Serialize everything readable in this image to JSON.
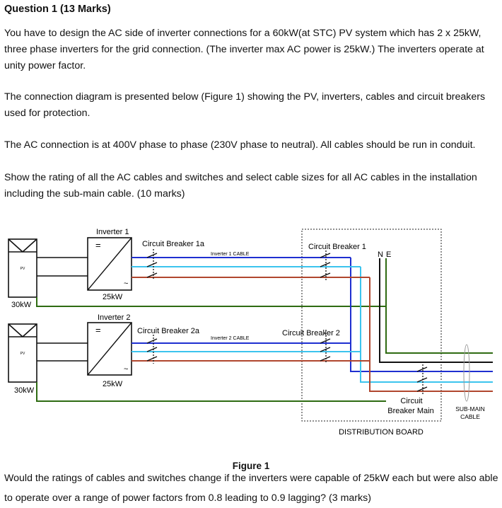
{
  "question": {
    "title": "Question 1 (13 Marks)",
    "para1": "You have to design the AC side of inverter connections for a 60kW(at STC) PV system which has 2 x 25kW, three phase inverters for the grid connection. (The inverter max AC power is 25kW.) The inverters operate at unity power factor.",
    "para2": "The connection diagram is presented below (Figure 1) showing the PV, inverters, cables and circuit breakers used for protection.",
    "para3": "The AC connection is at 400V phase to phase (230V phase to neutral). All cables should be run in conduit.",
    "para4": "Show the rating of all the AC cables and switches and select cable sizes for all AC cables in the installation including the sub-main cable. (10 marks)",
    "figure_caption": "Figure 1",
    "para5": "Would the ratings of cables and switches change if the inverters were capable of 25kW each but were also able to operate over a range of power factors from 0.8 leading to 0.9 lagging? (3 marks)"
  },
  "diagram": {
    "pv1_label": "PV",
    "pv1_rating": "30kW",
    "pv2_label": "PV",
    "pv2_rating": "30kW",
    "inverter1_label": "Inverter 1",
    "inverter1_rating": "25kW",
    "inverter2_label": "Inverter 2",
    "inverter2_rating": "25kW",
    "dc_symbol": "=",
    "ac_symbol": "~",
    "cb1a_label": "Circuit Breaker 1a",
    "cb2a_label": "Circuit Breaker 2a",
    "inv1_cable_label": "Inverter 1 CABLE",
    "inv2_cable_label": "Inverter 2 CABLE",
    "cb1_label": "Circuit Breaker 1",
    "cb2_label": "Circuit Breaker 2",
    "neutral_label": "N",
    "earth_label": "E",
    "cb_main_line1": "Circuit",
    "cb_main_line2": "Breaker Main",
    "submain_line1": "SUB-MAIN",
    "submain_line2": "CABLE",
    "distribution_board_label": "DISTRIBUTION BOARD",
    "colors": {
      "phase_blue": "#1f2fd0",
      "phase_cyan": "#3cc4ee",
      "phase_brown": "#b0462e",
      "earth_green": "#2e6b12",
      "neutral_black": "#111111"
    }
  }
}
